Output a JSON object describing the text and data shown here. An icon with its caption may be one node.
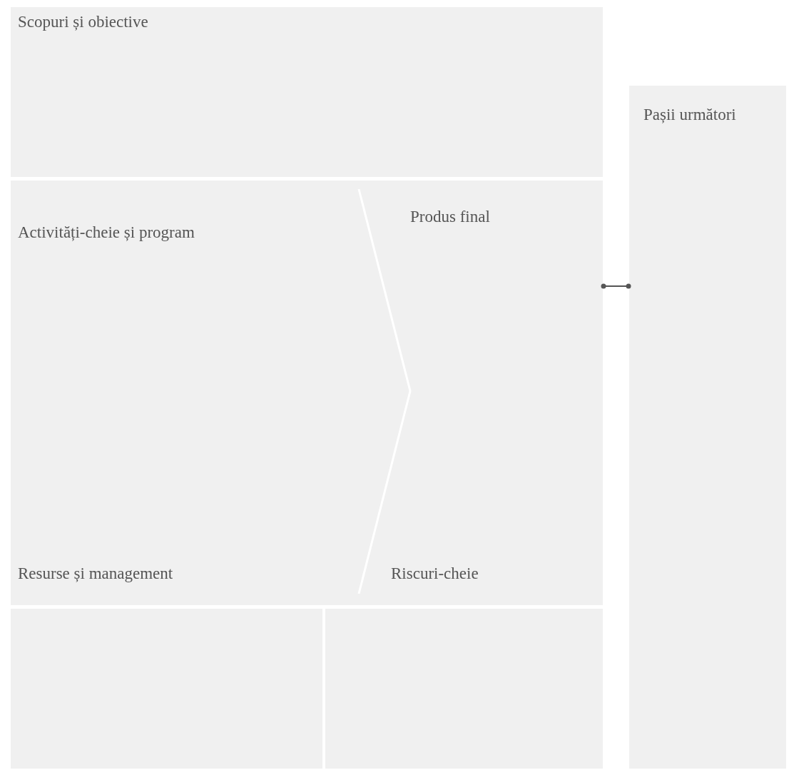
{
  "diagram": {
    "nodes": [
      {
        "text": [
          "Scopuri și obiective"
        ]
      },
      {
        "text": [
          "Activități-cheie și program",
          "Resurse și management"
        ]
      },
      {
        "text": [
          "Produs final",
          "Riscuri-cheie"
        ]
      },
      {
        "text": [],
        "shape": "box"
      },
      {
        "text": [],
        "shape": "box"
      },
      {
        "text": [
          "Pașii următori"
        ]
      }
    ],
    "edges": [
      {
        "from": 2,
        "to": 5,
        "arrow": "other"
      }
    ]
  }
}
